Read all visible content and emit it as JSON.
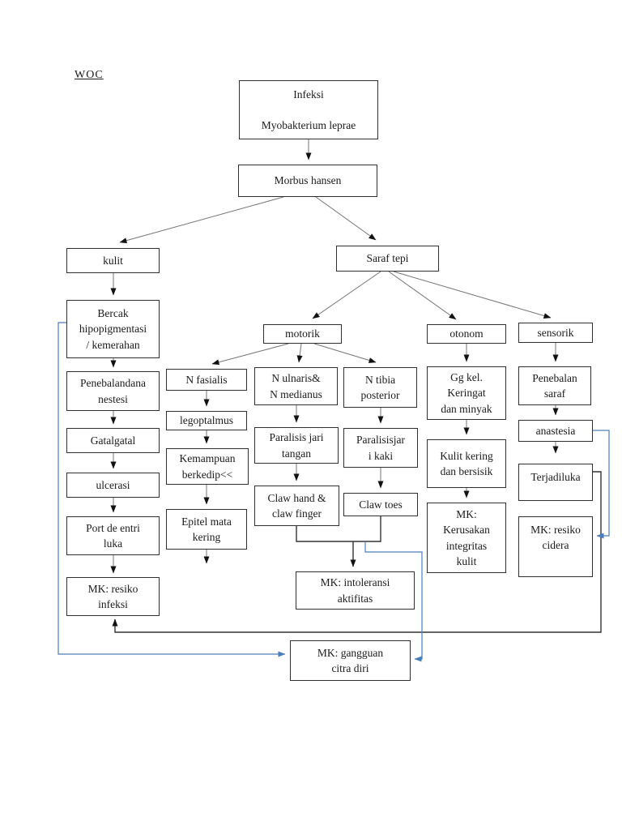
{
  "page": {
    "title": "WOC"
  },
  "colors": {
    "box_border": "#2f2f2f",
    "connector_gray": "#757575",
    "connector_black": "#333333",
    "connector_blue": "#4a7ebb",
    "arrowhead": "#111111"
  },
  "nodes": {
    "infeksi": {
      "text": "Infeksi\n\nMyobakterium leprae"
    },
    "morbus": {
      "text": "Morbus hansen"
    },
    "kulit": {
      "text": "kulit"
    },
    "saraf_tepi": {
      "text": "Saraf tepi"
    },
    "bercak": {
      "text": "Bercak\nhipopigmentasi\n/ kemerahan"
    },
    "penebalan_anestesi": {
      "text": "Penebalandana\nnestesi"
    },
    "gatal": {
      "text": "Gatalgatal"
    },
    "ulcerasi": {
      "text": "ulcerasi"
    },
    "port_de_entri": {
      "text": "Port de entri\nluka"
    },
    "mk_resiko_infeksi": {
      "text": "MK: resiko\ninfeksi"
    },
    "motorik": {
      "text": "motorik"
    },
    "otonom": {
      "text": "otonom"
    },
    "sensorik": {
      "text": "sensorik"
    },
    "n_fasialis": {
      "text": "N fasialis"
    },
    "legoptalmus": {
      "text": "legoptalmus"
    },
    "kemampuan_berkedip": {
      "text": "Kemampuan\nberkedip<<"
    },
    "epitel_mata": {
      "text": "Epitel mata\nkering"
    },
    "n_ulnaris_medianus": {
      "text": "N ulnaris&\nN medianus"
    },
    "paralisis_jari_tangan": {
      "text": "Paralisis jari\ntangan"
    },
    "claw_hand": {
      "text": "Claw hand &\nclaw finger"
    },
    "n_tibia_posterior": {
      "text": "N tibia\nposterior"
    },
    "paralisis_jari_kaki": {
      "text": "Paralisisjar\ni kaki"
    },
    "claw_toes": {
      "text": "Claw toes"
    },
    "gg_kelenjar": {
      "text": "Gg kel.\nKeringat\ndan minyak"
    },
    "kulit_kering": {
      "text": "Kulit kering\ndan bersisik"
    },
    "mk_integritas": {
      "text": "MK:\nKerusakan\nintegritas\nkulit"
    },
    "penebalan_saraf": {
      "text": "Penebalan\nsaraf"
    },
    "anastesia": {
      "text": "anastesia"
    },
    "terjadi_luka": {
      "text": "Terjadiluka"
    },
    "mk_resiko_cidera": {
      "text": "MK: resiko\ncidera"
    },
    "mk_intoleransi": {
      "text": "MK: intoleransi\naktifitas"
    },
    "mk_gangguan_citra": {
      "text": "MK: gangguan\ncitra diri"
    }
  }
}
